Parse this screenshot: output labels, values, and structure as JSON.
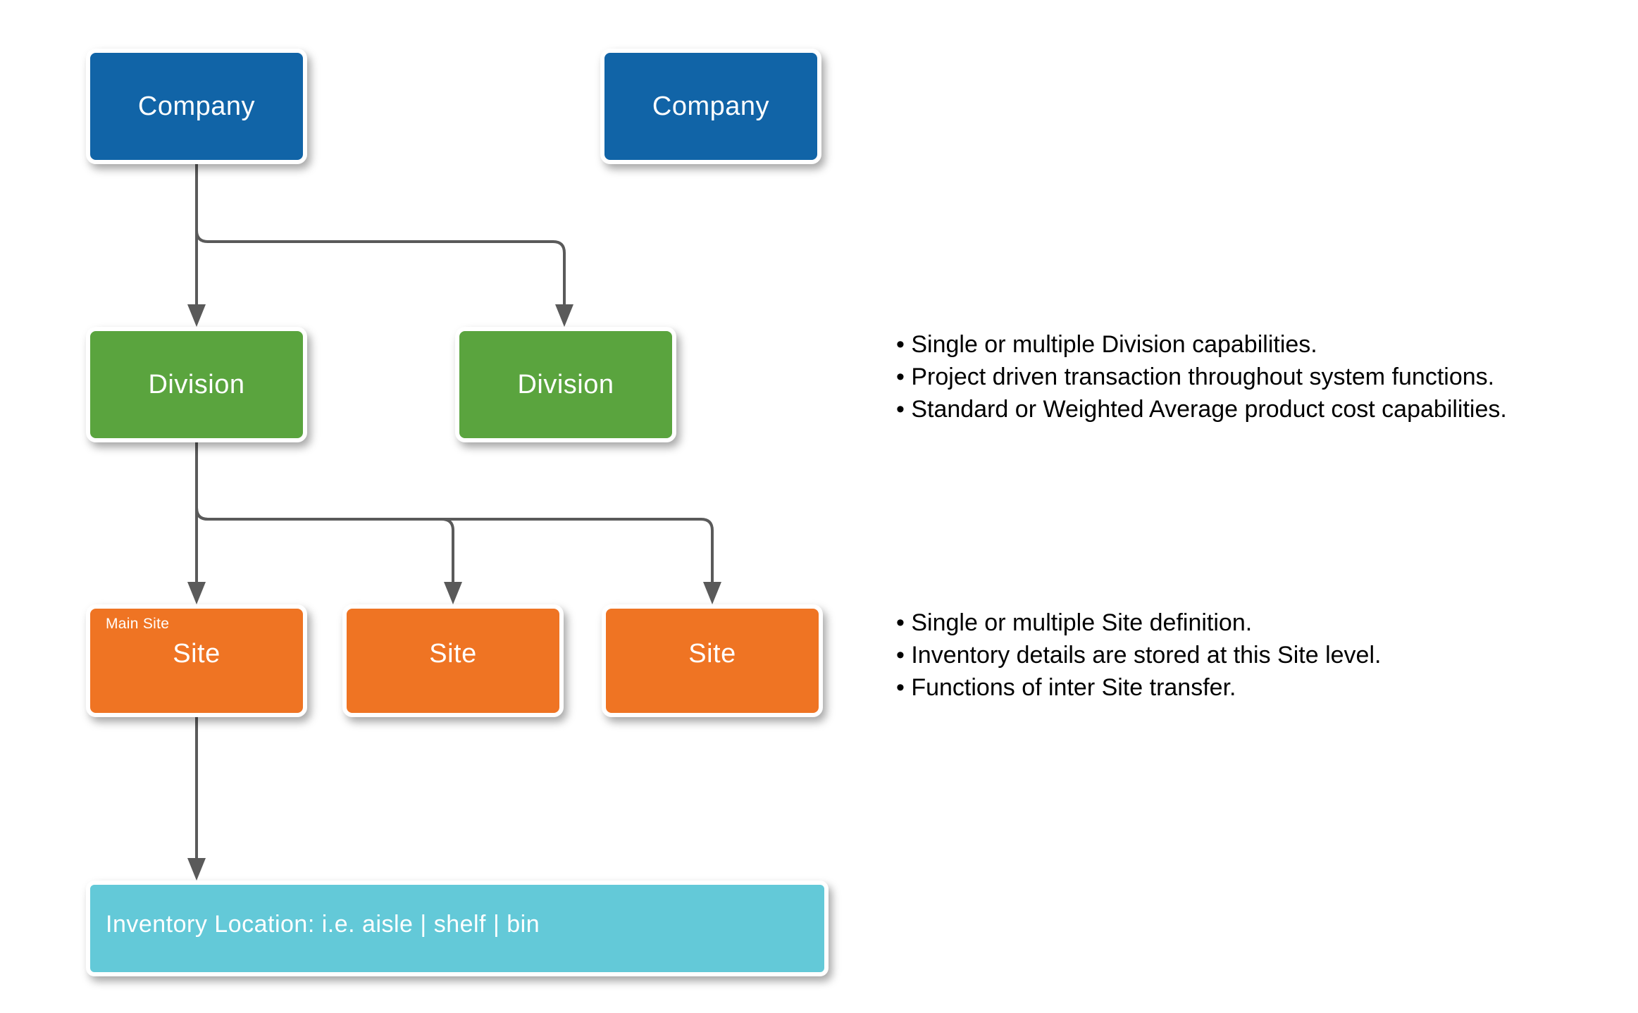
{
  "diagram": {
    "nodes": {
      "company1": {
        "label": "Company"
      },
      "company2": {
        "label": "Company"
      },
      "division1": {
        "label": "Division"
      },
      "division2": {
        "label": "Division"
      },
      "site1": {
        "label": "Site",
        "corner_label": "Main Site"
      },
      "site2": {
        "label": "Site"
      },
      "site3": {
        "label": "Site"
      },
      "inventory": {
        "label": "Inventory Location: i.e. aisle | shelf | bin"
      }
    },
    "notes": {
      "division": {
        "items": [
          "• Single or multiple Division capabilities.",
          "• Project driven transaction throughout system functions.",
          "• Standard or Weighted Average product cost capabilities."
        ]
      },
      "site": {
        "items": [
          "• Single or multiple Site definition.",
          "• Inventory details are stored at this Site level.",
          "• Functions of inter Site transfer."
        ]
      }
    }
  },
  "colors": {
    "company_blue": "#1164a7",
    "division_green": "#5aa43e",
    "site_orange": "#ef7423",
    "inventory_teal": "#63c9d8",
    "connector_gray": "#5a5a5a",
    "node_text_white": "#ffffff",
    "notes_text_black": "#000000",
    "background_white": "#ffffff"
  }
}
